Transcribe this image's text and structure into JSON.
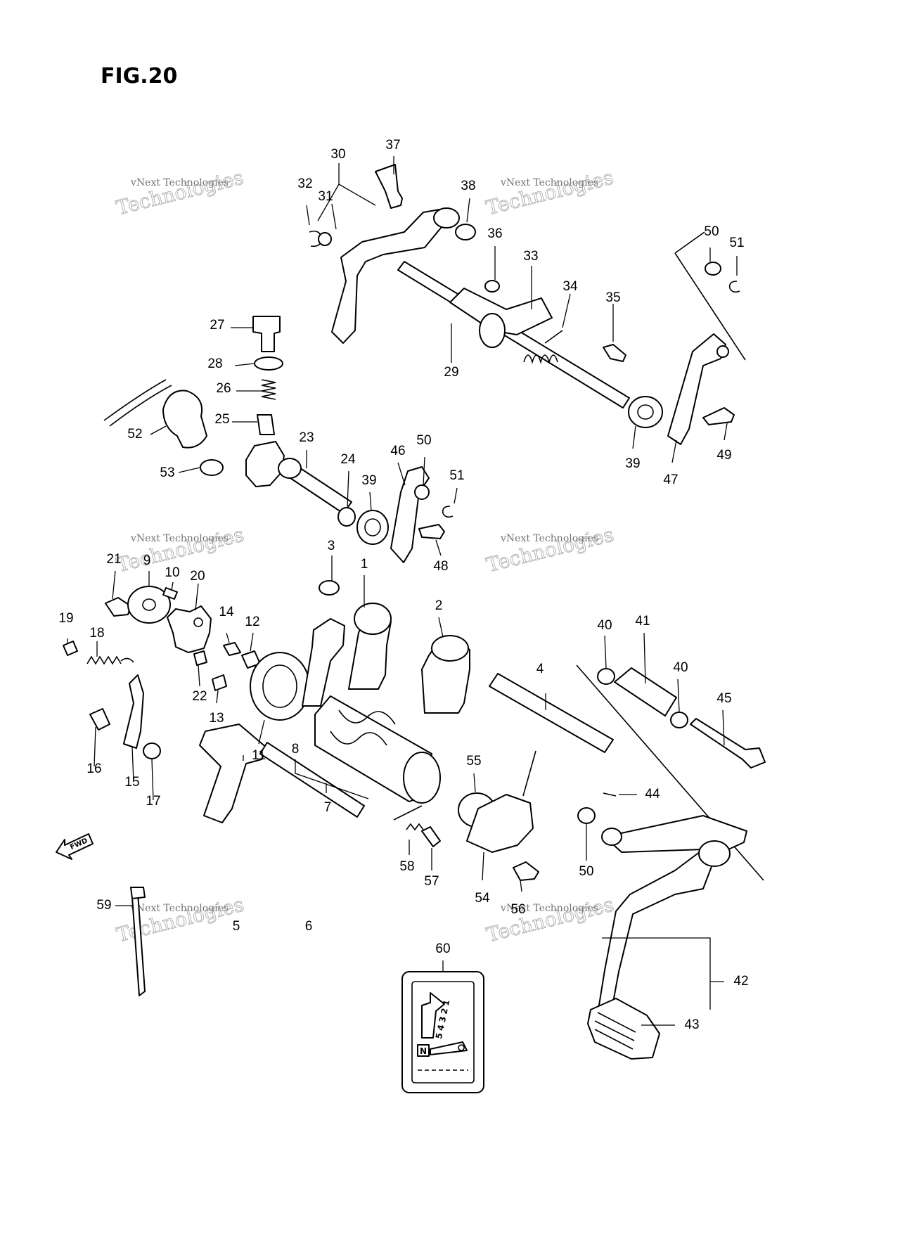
{
  "figure": {
    "title": "FIG.20"
  },
  "watermark": {
    "line1": "vNext Technologies",
    "line2": "Technologies"
  },
  "fwd_label": "FWD",
  "shift_pattern": [
    "5",
    "4",
    "3",
    "2",
    "1",
    "N"
  ],
  "callouts": [
    "1",
    "2",
    "3",
    "4",
    "5",
    "6",
    "7",
    "8",
    "9",
    "10",
    "11",
    "12",
    "13",
    "14",
    "15",
    "16",
    "17",
    "18",
    "19",
    "20",
    "21",
    "22",
    "23",
    "24",
    "25",
    "26",
    "27",
    "28",
    "29",
    "30",
    "31",
    "32",
    "33",
    "34",
    "35",
    "36",
    "37",
    "38",
    "39",
    "39",
    "40",
    "40",
    "41",
    "42",
    "43",
    "44",
    "45",
    "46",
    "47",
    "48",
    "49",
    "50",
    "50",
    "50",
    "51",
    "51",
    "52",
    "53",
    "54",
    "55",
    "56",
    "57",
    "58",
    "59",
    "60"
  ]
}
